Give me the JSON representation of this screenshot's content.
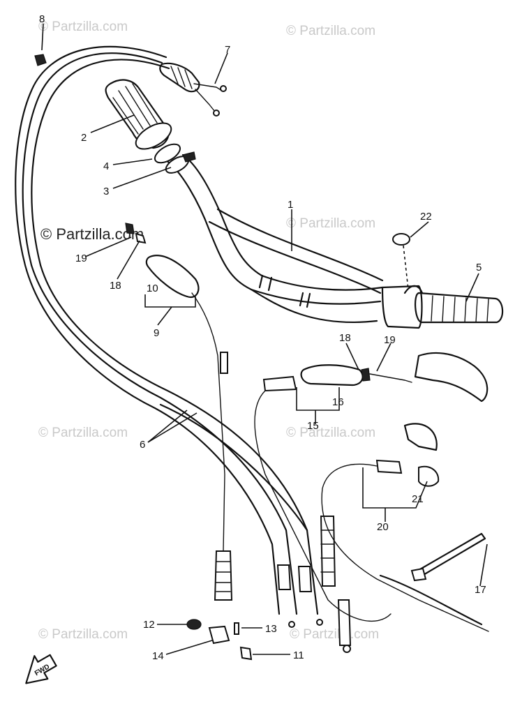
{
  "watermark": "© Partzilla.com",
  "watermark_dark": "© Partzilla.com",
  "direction_label": "FWD",
  "callouts": [
    "1",
    "2",
    "3",
    "4",
    "5",
    "6",
    "7",
    "8",
    "9",
    "10",
    "11",
    "12",
    "13",
    "14",
    "15",
    "16",
    "17",
    "18",
    "19",
    "20",
    "21",
    "22"
  ],
  "callout_18b": "18",
  "callout_19b": "19"
}
